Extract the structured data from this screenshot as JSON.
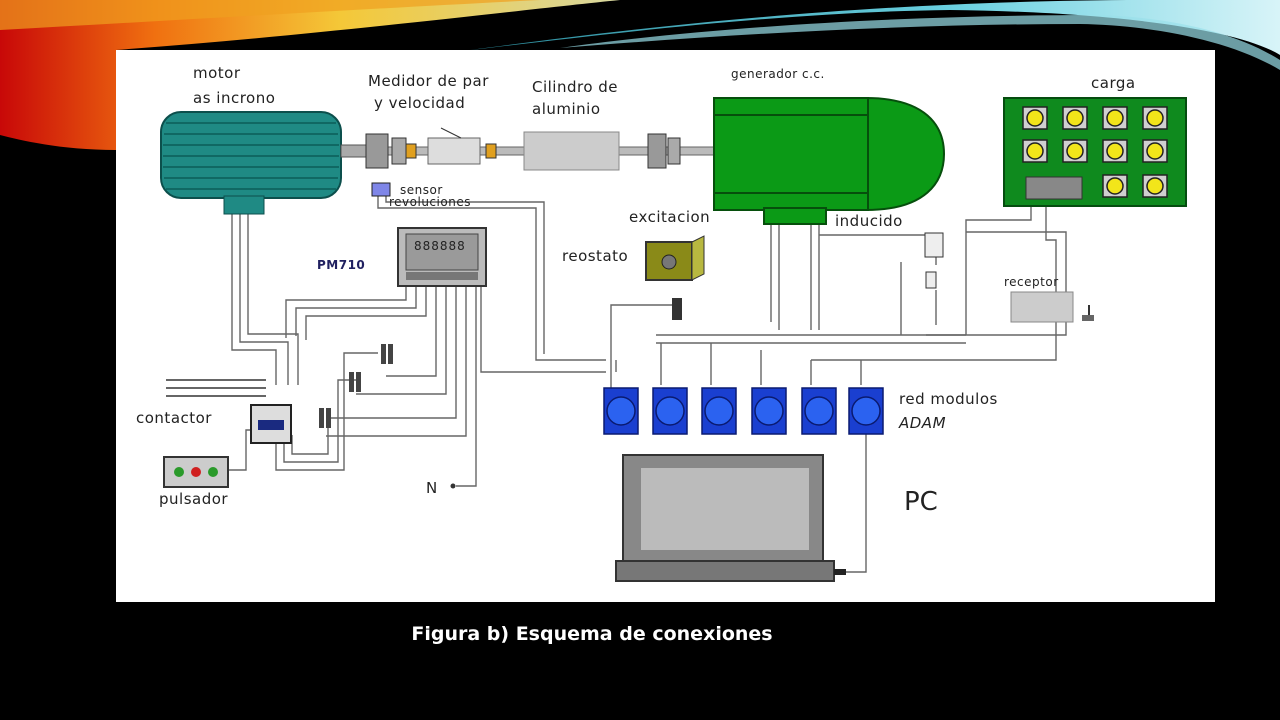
{
  "slide": {
    "caption": "Figura b) Esquema de conexiones"
  },
  "diagram": {
    "labels": {
      "motor_1": "motor",
      "motor_2": "as incrono",
      "medidor_1": "Medidor de par",
      "medidor_2": "y velocidad",
      "cilindro_1": "Cilindro de",
      "cilindro_2": "aluminio",
      "generador": "generador c.c.",
      "carga": "carga",
      "sensor_1": "sensor",
      "sensor_2": "revoluciones",
      "excitacion": "excitacion",
      "inducido": "inducido",
      "reostato": "reostato",
      "pm710": "PM710",
      "display": "888888",
      "receptor": "receptor",
      "red_1": "red modulos",
      "red_2": "ADAM",
      "contactor": "contactor",
      "pulsador": "pulsador",
      "neutral": "N",
      "pc": "PC"
    },
    "colors": {
      "motor": "#1f8a84",
      "generator": "#0b9a16",
      "load_panel": "#0f8a1e",
      "lamp": "#f2e51a",
      "adam_module": "#1a3fd0",
      "reostato": "#8a8a18"
    }
  }
}
